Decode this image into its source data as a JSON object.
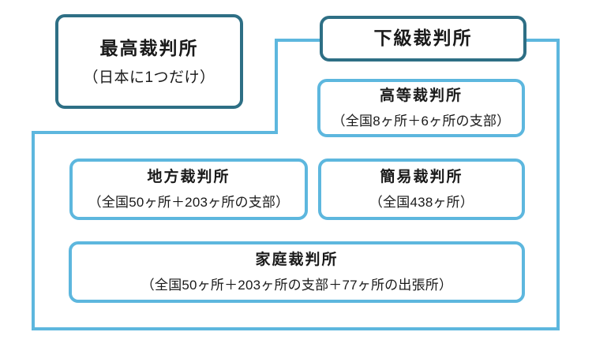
{
  "diagram": {
    "description": "Japanese court system hierarchy",
    "colors": {
      "top_box_border": "#2e6f85",
      "group_outline_and_inner_border": "#5db7de",
      "text": "#1a1a1a",
      "background": "#ffffff"
    },
    "nodes": {
      "supreme_court": {
        "title": "最高裁判所",
        "subtitle": "（日本に1つだけ）"
      },
      "lower_courts": {
        "title": "下級裁判所"
      },
      "high_court": {
        "title": "高等裁判所",
        "subtitle": "（全国8ヶ所＋6ヶ所の支部）"
      },
      "district_court": {
        "title": "地方裁判所",
        "subtitle": "（全国50ヶ所＋203ヶ所の支部）"
      },
      "summary_court": {
        "title": "簡易裁判所",
        "subtitle": "（全国438ヶ所）"
      },
      "family_court": {
        "title": "家庭裁判所",
        "subtitle": "（全国50ヶ所＋203ヶ所の支部＋77ヶ所の出張所）"
      }
    }
  }
}
